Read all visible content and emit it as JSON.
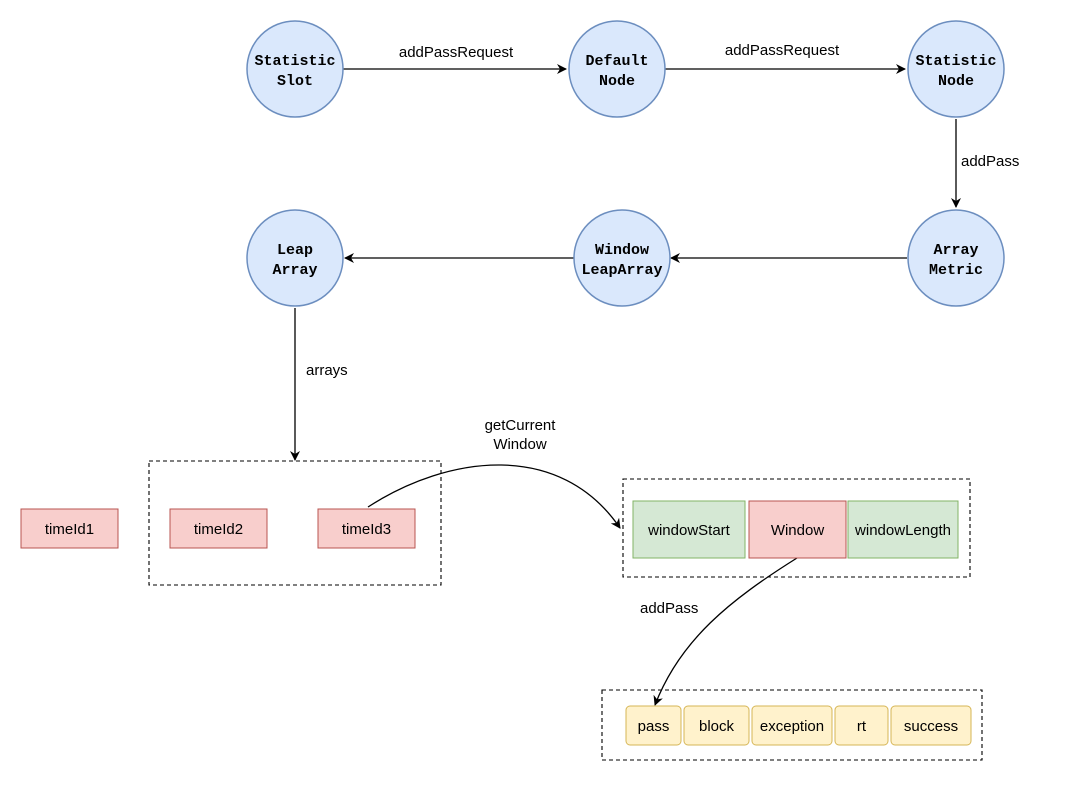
{
  "nodes": {
    "statistic_slot": [
      "Statistic",
      "Slot"
    ],
    "default_node": [
      "Default",
      "Node"
    ],
    "statistic_node": [
      "Statistic",
      "Node"
    ],
    "array_metric": [
      "Array",
      "Metric"
    ],
    "window_leaparray": [
      "Window",
      "LeapArray"
    ],
    "leap_array": [
      "Leap",
      "Array"
    ]
  },
  "edges": {
    "slot_to_default": "addPassRequest",
    "default_to_statnode": "addPassRequest",
    "statnode_to_metric": "addPass",
    "leaparray_to_arrays": "arrays",
    "timeid3_to_window": [
      "getCurrent",
      "Window"
    ],
    "window_to_counters": "addPass"
  },
  "time_ids": [
    "timeId1",
    "timeId2",
    "timeId3"
  ],
  "window_fields": [
    "windowStart",
    "Window",
    "windowLength"
  ],
  "counters": [
    "pass",
    "block",
    "exception",
    "rt",
    "success"
  ],
  "colors": {
    "node_fill": "#dae8fc",
    "node_stroke": "#6c8ebf",
    "red_fill": "#f8cecc",
    "green_fill": "#d5e8d4",
    "yellow_fill": "#fff2cc"
  }
}
